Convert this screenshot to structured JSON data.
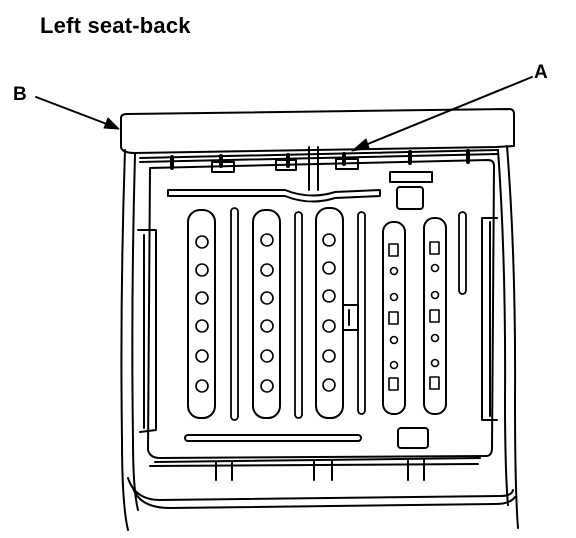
{
  "title": "Left seat-back",
  "callouts": {
    "a": "A",
    "b": "B"
  },
  "colors": {
    "ink": "#000000",
    "paper": "#ffffff"
  }
}
